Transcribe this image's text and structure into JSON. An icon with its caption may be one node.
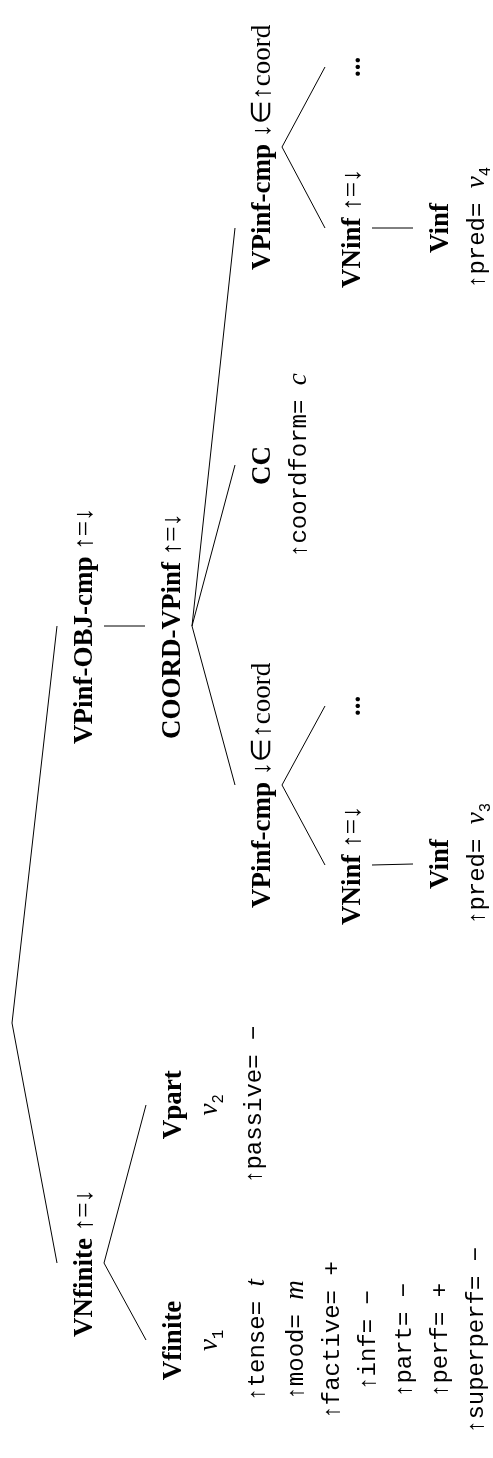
{
  "diagram": {
    "nodes": [
      {
        "text": [
          "**VNfinite** ↑=↓"
        ]
      },
      {
        "text": [
          "Vfinite",
          "*v*$_{1}$",
          "↑tense= *t*",
          "↑mood= *m*",
          "↑factive= +",
          "↑inf= −",
          "↑part= −",
          "↑perf= +",
          "↑superperf= −"
        ]
      },
      {
        "text": [
          "Vpart",
          "*v*$_{2}$",
          "↑passive= −"
        ]
      },
      {
        "text": [
          "**VPinf-OBJ-cmp** ↑=↓"
        ]
      },
      {
        "text": [
          "**COORD-VPinf** ↑=↓"
        ]
      },
      {
        "text": [
          "**VPinf-cmp** ↓∈↑coord"
        ]
      },
      {
        "text": [
          "**VNinf** ↑=↓"
        ]
      },
      {
        "text": [
          "Vinf",
          "↑pred= *v*$_{3}$"
        ]
      },
      {
        "text": [
          "..."
        ]
      },
      {
        "text": [
          "CC",
          "↑coordform= *c*"
        ]
      },
      {
        "text": [
          "**VPinf-cmp** ↓∈↑coord"
        ]
      },
      {
        "text": [
          "**VNinf** ↑=↓"
        ]
      },
      {
        "text": [
          "Vinf",
          "↑pred= *v*$_{4}$"
        ]
      },
      {
        "text": [
          "..."
        ]
      }
    ],
    "edges": [
      {
        "from": null,
        "to": 0,
        "arrow": "none"
      },
      {
        "from": null,
        "to": 3,
        "arrow": "none"
      },
      {
        "from": 0,
        "to": 1,
        "arrow": "none"
      },
      {
        "from": 0,
        "to": 2,
        "arrow": "none"
      },
      {
        "from": 3,
        "to": 4,
        "arrow": "none"
      },
      {
        "from": 4,
        "to": 5,
        "arrow": "none"
      },
      {
        "from": 4,
        "to": 9,
        "arrow": "none"
      },
      {
        "from": 4,
        "to": 10,
        "arrow": "none"
      },
      {
        "from": 5,
        "to": 6,
        "arrow": "none"
      },
      {
        "from": 5,
        "to": 8,
        "arrow": "none"
      },
      {
        "from": 6,
        "to": 7,
        "arrow": "none"
      },
      {
        "from": 10,
        "to": 11,
        "arrow": "none"
      },
      {
        "from": 10,
        "to": 13,
        "arrow": "none"
      },
      {
        "from": 11,
        "to": 12,
        "arrow": "none"
      }
    ]
  }
}
